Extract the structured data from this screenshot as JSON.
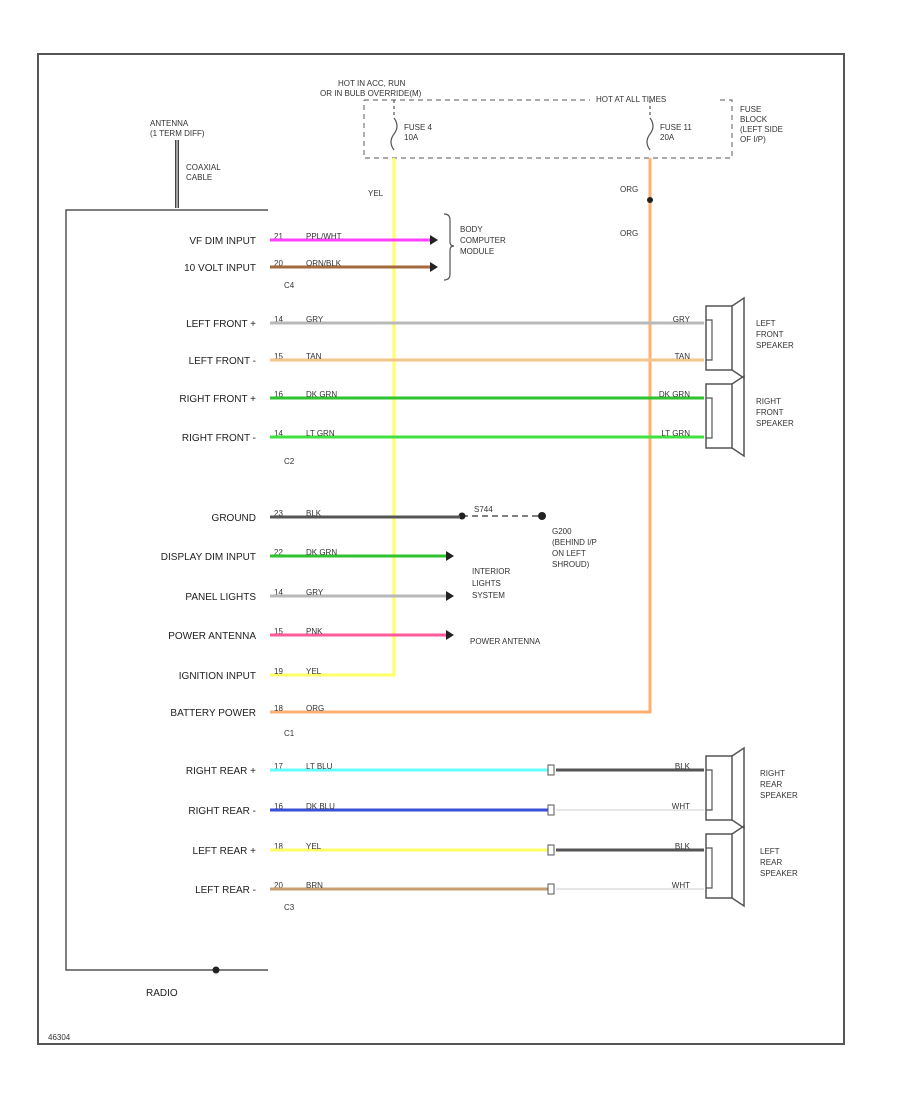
{
  "colors": {
    "frame": "#555555",
    "PPL_WHT": "#ff40ff",
    "ORN_BLK": "#a56a3c",
    "GRY": "#b8b8b8",
    "TAN": "#f2c58a",
    "DK_GRN": "#2fc32f",
    "LT_GRN": "#40e040",
    "BLK": "#555555",
    "PNK": "#ff5a9a",
    "YEL": "#ffff66",
    "ORG": "#ffb070",
    "LT_BLU": "#66ffff",
    "DK_BLU": "#3a4fd8",
    "BRN": "#c8a070",
    "WHT": "#dddddd"
  },
  "antenna": {
    "line1": "ANTENNA",
    "line2": "(1 TERM DIFF)"
  },
  "coax": {
    "line1": "COAXIAL",
    "line2": "CABLE"
  },
  "hot_run": {
    "line1": "HOT IN ACC, RUN",
    "line2": "OR IN BULB OVERRIDE(M)"
  },
  "hot_all": "HOT AT ALL TIMES",
  "fuse_block": [
    "FUSE",
    "BLOCK",
    "(LEFT SIDE",
    "OF I/P)"
  ],
  "fuse4": {
    "name": "FUSE 4",
    "rating": "10A"
  },
  "fuse11": {
    "name": "FUSE 11",
    "rating": "20A"
  },
  "wire_yel_top": "YEL",
  "wire_org_top": "ORG",
  "wire_org_mid": "ORG",
  "bcm": [
    "BODY",
    "COMPUTER",
    "MODULE"
  ],
  "connectors": {
    "c4": "C4",
    "c2": "C2",
    "c1": "C1",
    "c3": "C3"
  },
  "radio_label": "RADIO",
  "ground_dest": [
    "G200",
    "(BEHIND I/P",
    "ON LEFT",
    "SHROUD)"
  ],
  "ground_splice": "S744",
  "interior_lights": [
    "INTERIOR",
    "LIGHTS",
    "SYSTEM"
  ],
  "power_antenna_dest": "POWER ANTENNA",
  "spk_left_front": [
    "LEFT",
    "FRONT",
    "SPEAKER"
  ],
  "spk_right_front": [
    "RIGHT",
    "FRONT",
    "SPEAKER"
  ],
  "spk_right_rear": [
    "RIGHT",
    "REAR",
    "SPEAKER"
  ],
  "spk_left_rear": [
    "LEFT",
    "REAR",
    "SPEAKER"
  ],
  "footer_code": "46304",
  "rows": [
    {
      "id": "vf-dim-input",
      "label": "VF DIM INPUT",
      "pin": "21",
      "wire": "PPL/WHT",
      "color": "PPL_WHT",
      "far_label": ""
    },
    {
      "id": "tenv-input",
      "label": "10 VOLT INPUT",
      "pin": "20",
      "wire": "ORN/BLK",
      "color": "ORN_BLK",
      "far_label": ""
    },
    {
      "id": "left-front-plus",
      "label": "LEFT FRONT +",
      "pin": "14",
      "wire": "GRY",
      "color": "GRY",
      "far_label": "GRY"
    },
    {
      "id": "left-front-minus",
      "label": "LEFT FRONT -",
      "pin": "15",
      "wire": "TAN",
      "color": "TAN",
      "far_label": "TAN"
    },
    {
      "id": "right-front-plus",
      "label": "RIGHT FRONT +",
      "pin": "16",
      "wire": "DK GRN",
      "color": "DK_GRN",
      "far_label": "DK GRN"
    },
    {
      "id": "right-front-minus",
      "label": "RIGHT FRONT -",
      "pin": "14",
      "wire": "LT GRN",
      "color": "LT_GRN",
      "far_label": "LT GRN"
    },
    {
      "id": "ground",
      "label": "GROUND",
      "pin": "23",
      "wire": "BLK",
      "color": "BLK",
      "far_label": ""
    },
    {
      "id": "display-dim-input",
      "label": "DISPLAY DIM INPUT",
      "pin": "22",
      "wire": "DK GRN",
      "color": "DK_GRN",
      "far_label": ""
    },
    {
      "id": "panel-lights",
      "label": "PANEL LIGHTS",
      "pin": "14",
      "wire": "GRY",
      "color": "GRY",
      "far_label": ""
    },
    {
      "id": "power-antenna",
      "label": "POWER ANTENNA",
      "pin": "15",
      "wire": "PNK",
      "color": "PNK",
      "far_label": ""
    },
    {
      "id": "ignition-input",
      "label": "IGNITION INPUT",
      "pin": "19",
      "wire": "YEL",
      "color": "YEL",
      "far_label": ""
    },
    {
      "id": "battery-power",
      "label": "BATTERY POWER",
      "pin": "18",
      "wire": "ORG",
      "color": "ORG",
      "far_label": ""
    },
    {
      "id": "right-rear-plus",
      "label": "RIGHT REAR +",
      "pin": "17",
      "wire": "LT BLU",
      "color": "LT_BLU",
      "far_label": "BLK"
    },
    {
      "id": "right-rear-minus",
      "label": "RIGHT REAR -",
      "pin": "16",
      "wire": "DK BLU",
      "color": "DK_BLU",
      "far_label": "WHT"
    },
    {
      "id": "left-rear-plus",
      "label": "LEFT REAR +",
      "pin": "18",
      "wire": "YEL",
      "color": "YEL",
      "far_label": "BLK"
    },
    {
      "id": "left-rear-minus",
      "label": "LEFT REAR -",
      "pin": "20",
      "wire": "BRN",
      "color": "BRN",
      "far_label": "WHT"
    }
  ]
}
